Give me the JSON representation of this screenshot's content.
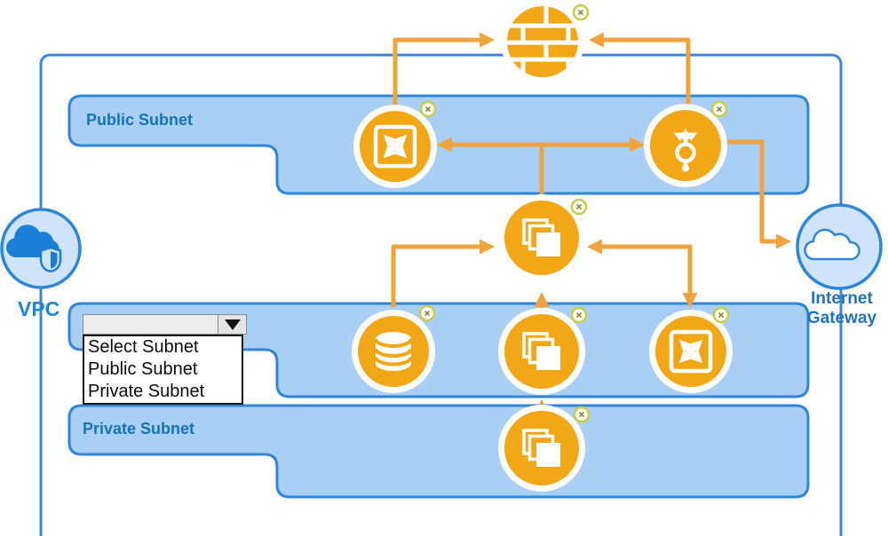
{
  "labels": {
    "vpc": "VPC",
    "public_subnet": "Public Subnet",
    "private_subnet": "Private Subnet",
    "internet_gateway_line1": "Internet",
    "internet_gateway_line2": "Gateway"
  },
  "dropdown": {
    "selected_value": "",
    "options": [
      "Select Subnet",
      "Public Subnet",
      "Private Subnet"
    ]
  },
  "icons": {
    "firewall": "firewall-brick-circle",
    "router": "four-arrows-router",
    "load_balancer": "elastic-load-balancer-branching-arrows",
    "instances": "stacked-instance-squares",
    "database": "database-cylinder",
    "vpc": "cloud-with-shield",
    "internet_gateway": "cloud",
    "badge": "x-status-badge"
  },
  "colors": {
    "icon_orange": "#F2A716",
    "gold_back_square": "#F7C540",
    "arrow_orange": "#EFA33C",
    "subnet_fill": "#A9CFF4",
    "subnet_border": "#2F86D8",
    "vpc_border": "#3A86D8",
    "node_fill": "#CFE4FB",
    "cloud_blue": "#1B7FD6",
    "subnet_label_blue": "#1573B8",
    "vpc_label_blue": "#1E84D4",
    "igw_label_blue": "#2471BD",
    "badge_ring": "#C9CD44"
  }
}
